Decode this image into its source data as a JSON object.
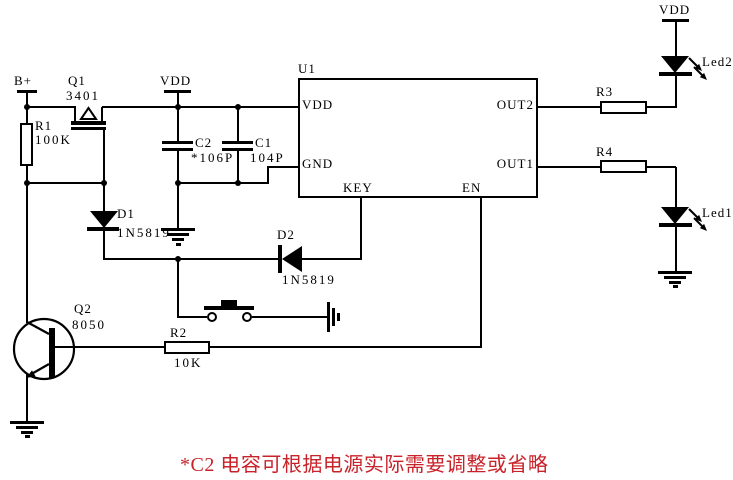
{
  "colors": {
    "wire": "#000000",
    "caption_red": "#c8232a",
    "background": "#ffffff"
  },
  "schematic": {
    "power": {
      "b_plus": "B+",
      "vdd_left": "VDD",
      "vdd_right": "VDD"
    },
    "u1": {
      "ref": "U1",
      "pin_vdd": "VDD",
      "pin_gnd": "GND",
      "pin_key": "KEY",
      "pin_en": "EN",
      "pin_out2": "OUT2",
      "pin_out1": "OUT1"
    },
    "q1": {
      "ref": "Q1",
      "value": "3401"
    },
    "q2": {
      "ref": "Q2",
      "value": "8050"
    },
    "r1": {
      "ref": "R1",
      "value": "100K"
    },
    "r2": {
      "ref": "R2",
      "value": "10K"
    },
    "r3": {
      "ref": "R3"
    },
    "r4": {
      "ref": "R4"
    },
    "c1": {
      "ref": "C1",
      "value": "104P"
    },
    "c2": {
      "ref": "C2",
      "value": "*106P"
    },
    "d1": {
      "ref": "D1",
      "value": "1N5819"
    },
    "d2": {
      "ref": "D2",
      "value": "1N5819"
    },
    "led1": {
      "label": "Led1"
    },
    "led2": {
      "label": "Led2"
    },
    "caption": "*C2 电容可根据电源实际需要调整或省略"
  }
}
